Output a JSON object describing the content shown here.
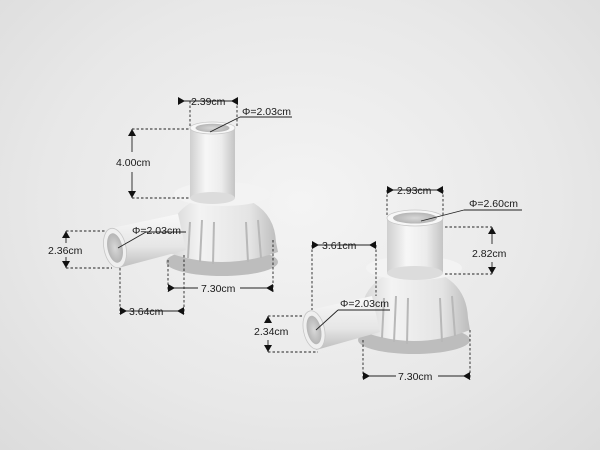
{
  "part_left": {
    "top_tube_width": "2.39cm",
    "top_tube_diameter": "Φ=2.03cm",
    "top_tube_height": "4.00cm",
    "side_tube_diameter": "Φ=2.03cm",
    "side_tube_height": "2.36cm",
    "side_tube_reach": "3.64cm",
    "base_width": "7.30cm"
  },
  "part_right": {
    "top_tube_width": "2.93cm",
    "top_tube_diameter": "Φ=2.60cm",
    "top_tube_height": "2.82cm",
    "side_tube_reach": "3.61cm",
    "side_tube_diameter": "Φ=2.03cm",
    "side_tube_height": "2.34cm",
    "base_width": "7.30cm"
  },
  "colors": {
    "plastic": "#f1f1f1",
    "plastic_shadow": "#c9c9c9",
    "line": "#222222",
    "background": "#e9e9e9"
  }
}
